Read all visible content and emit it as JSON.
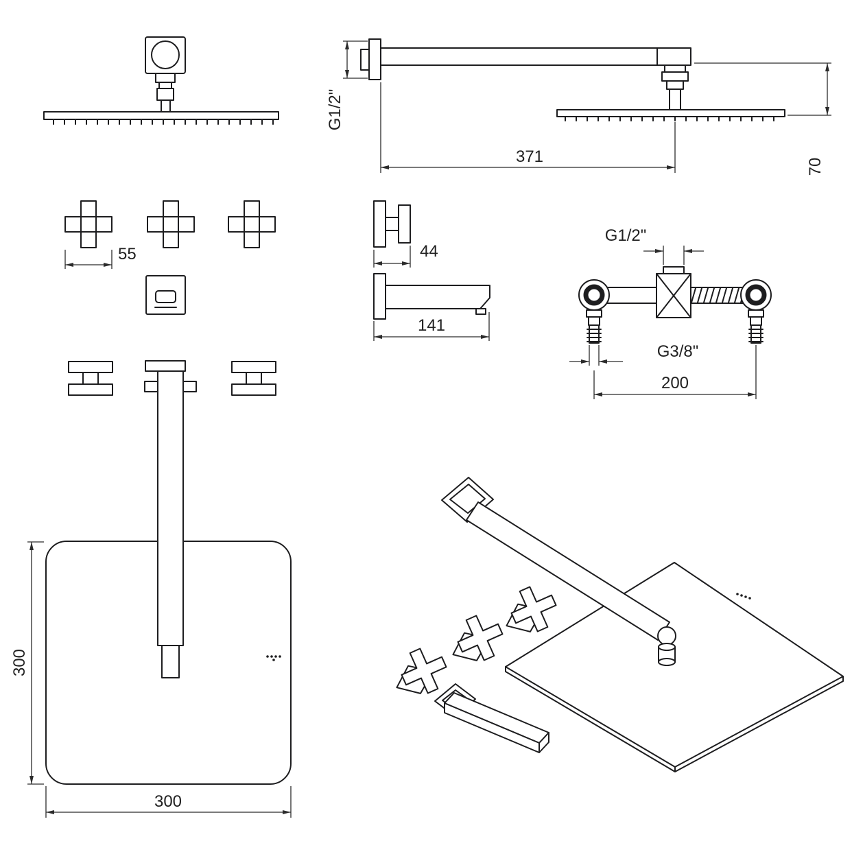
{
  "page": {
    "background": "#ffffff"
  },
  "drawing": {
    "type": "technical-line-drawing",
    "subject": "wall-mounted square rain shower set: head, arm, three cross handles, spout, concealed valve body",
    "line_color": "#1d1d1f",
    "dimension_color": "#2b2b2b",
    "dimensions": {
      "arm_wall_thread": "G1/2\"",
      "arm_length_mm": "371",
      "head_offset_mm": "70",
      "handle_face_mm": "55",
      "handle_depth_mm": "44",
      "spout_length_mm": "141",
      "valve_top_thread": "G1/2\"",
      "valve_inlet_thread": "G3/8\"",
      "valve_spacing_mm": "200",
      "head_side_vertical_mm": "300",
      "head_side_horizontal_mm": "300"
    }
  }
}
